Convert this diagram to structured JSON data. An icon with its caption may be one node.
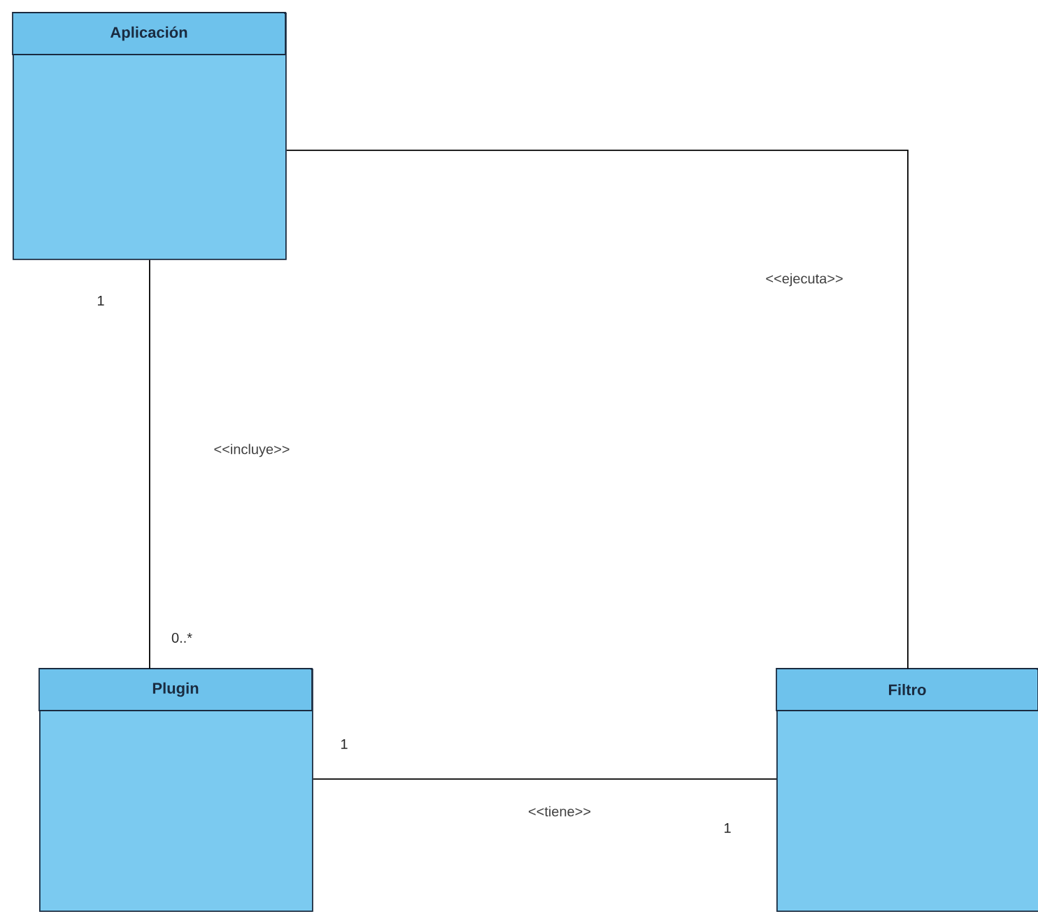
{
  "diagram": {
    "nodes": [
      {
        "text": [
          "Aplicación"
        ]
      },
      {
        "text": [
          "Plugin"
        ]
      },
      {
        "text": [
          "Filtro"
        ]
      }
    ],
    "edges": [
      {
        "from": 0,
        "to": 1,
        "arrow": "none",
        "label": "<<incluye>>"
      },
      {
        "from": 0,
        "to": 2,
        "arrow": "none",
        "label": "<<ejecuta>>"
      },
      {
        "from": 1,
        "to": 2,
        "arrow": "none",
        "label": "<<tiene>>"
      }
    ],
    "labels": [
      "1",
      "0..*",
      "1",
      "1"
    ]
  }
}
